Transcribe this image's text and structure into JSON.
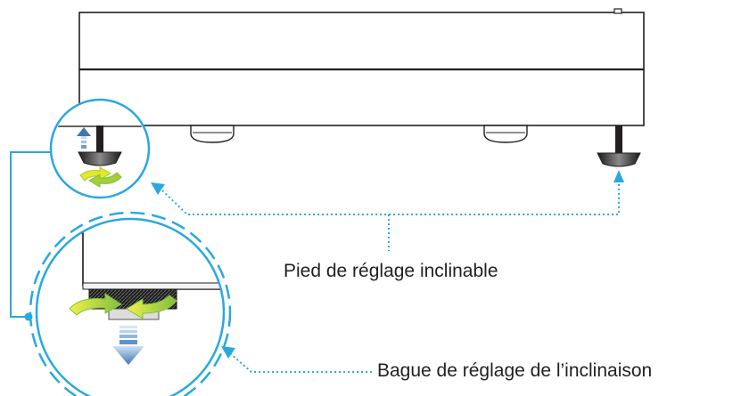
{
  "labels": {
    "tilt_foot": "Pied de réglage inclinable",
    "tilt_ring": "Bague de réglage de l’inclinaison"
  },
  "icons": [
    "projector-body",
    "adjustable-foot-icon",
    "rotate-arrows-icon",
    "up-arrow-icon",
    "down-arrow-icon"
  ],
  "colors": {
    "outline": "#231f20",
    "callout": "#29a8e0",
    "rotate_green": "#a6ce39",
    "rotate_yellow": "#e3e82c",
    "arrow_blue": "#4a7fb8"
  }
}
